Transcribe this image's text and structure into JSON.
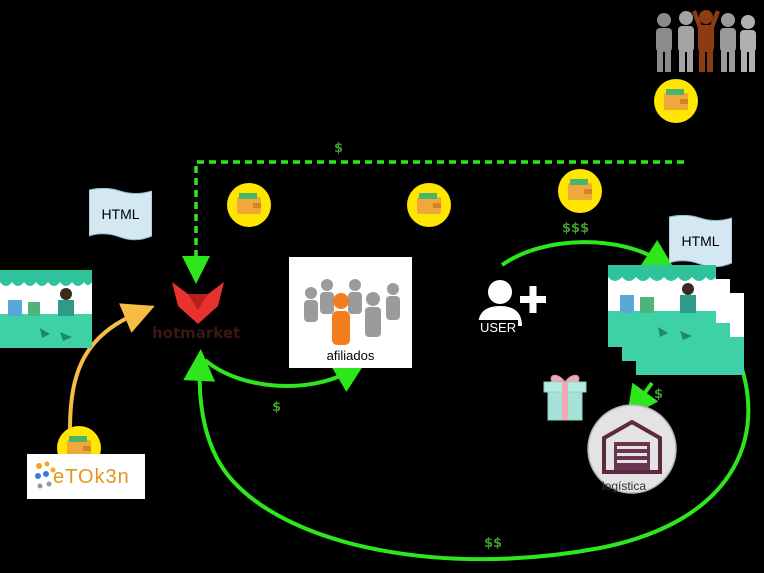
{
  "doc_label_left": "HTML",
  "doc_label_right": "HTML",
  "brand_name": "hotmarket",
  "affiliates_label": "afiliados",
  "user_label": "USER",
  "logistics_label": "logística",
  "etoken_label": "eTOk3n",
  "money_labels": {
    "top_dashed": "$",
    "user_to_store": "$$$",
    "brand_to_affiliates": "$",
    "store_to_logistics": "$",
    "bottom_return": "$$"
  },
  "colors": {
    "background": "#000000",
    "flow_green": "#2ee61c",
    "money_label": "#3f9a2f",
    "etoken_arrow": "#f5bd43",
    "coin_yellow": "#ffe600",
    "brand_red": "#e8322d",
    "affiliate_orange": "#f47e1e"
  }
}
